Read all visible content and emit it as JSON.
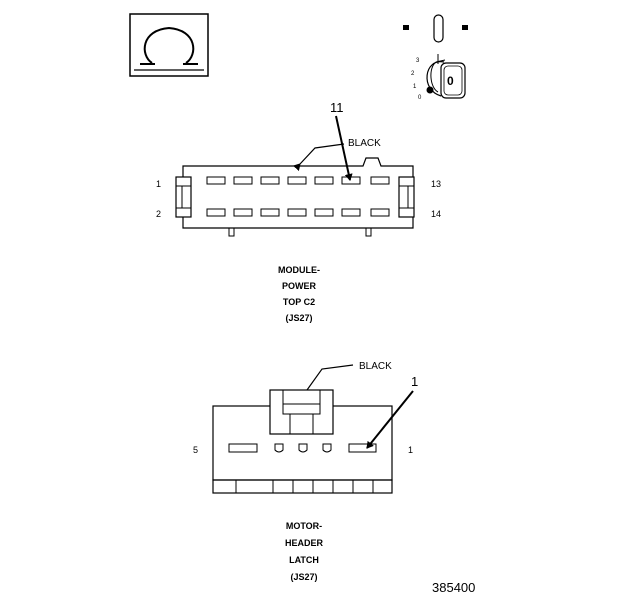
{
  "symbols": {
    "top_left_icon": "omega-symbol-icon",
    "top_right_icon": "ignition-switch-icon",
    "ignition_positions": [
      "3",
      "2",
      "1",
      "0"
    ],
    "ignition_key_label": "0"
  },
  "connector_top": {
    "callout_number": "11",
    "color_label": "BLACK",
    "pin_left_top": "1",
    "pin_left_bottom": "2",
    "pin_right_top": "13",
    "pin_right_bottom": "14",
    "caption_lines": [
      "MODULE-",
      "POWER",
      "TOP C2",
      "(JS27)"
    ]
  },
  "connector_bottom": {
    "callout_number": "1",
    "color_label": "BLACK",
    "pin_left": "5",
    "pin_right": "1",
    "caption_lines": [
      "MOTOR-",
      "HEADER",
      "LATCH",
      "(JS27)"
    ]
  },
  "figure_number": "385400"
}
